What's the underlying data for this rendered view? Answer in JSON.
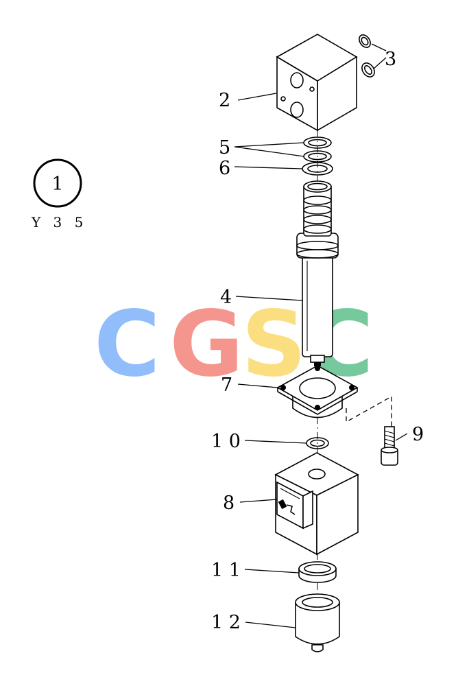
{
  "reference": {
    "number": "1",
    "code": "Y 3 5"
  },
  "labels": {
    "p2": "2",
    "p3": "3",
    "p4": "4",
    "p5": "5",
    "p6": "6",
    "p7": "7",
    "p8": "8",
    "p9": "9",
    "p10": "1 0",
    "p11": "1 1",
    "p12": "1 2"
  },
  "watermark": {
    "letters": [
      "C",
      "G",
      "S",
      "C"
    ],
    "colors": [
      "#7fb2fb",
      "#f4847b",
      "#fbd96a",
      "#5fbf8d"
    ]
  }
}
